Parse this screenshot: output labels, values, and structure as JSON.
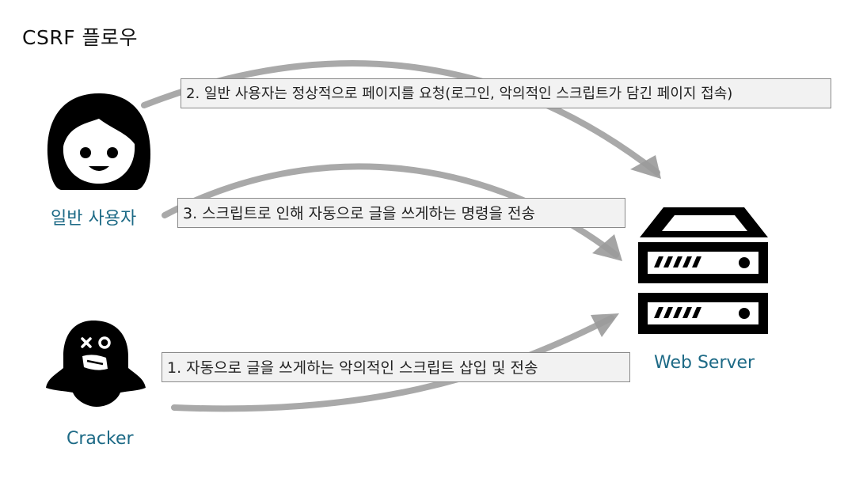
{
  "title": "CSRF 플로우",
  "actors": {
    "user": {
      "label": "일반 사용자",
      "icon": "woman-face-icon"
    },
    "cracker": {
      "label": "Cracker",
      "icon": "ghost-icon"
    },
    "server": {
      "label": "Web Server",
      "icon": "server-icon"
    }
  },
  "steps": {
    "step1": "1. 자동으로 글을 쓰게하는 악의적인 스크립트 삽입 및 전송",
    "step2": "2. 일반 사용자는 정상적으로 페이지를 요청(로그인, 악의적인 스크립트가 담긴 페이지 접속)",
    "step3": "3. 스크립트로 인해 자동으로 글을 쓰게하는 명령을 전송"
  },
  "colors": {
    "label": "#1d6a86",
    "arrow": "#9a9a9a",
    "icon": "#000000",
    "step_bg": "#f2f2f2"
  }
}
